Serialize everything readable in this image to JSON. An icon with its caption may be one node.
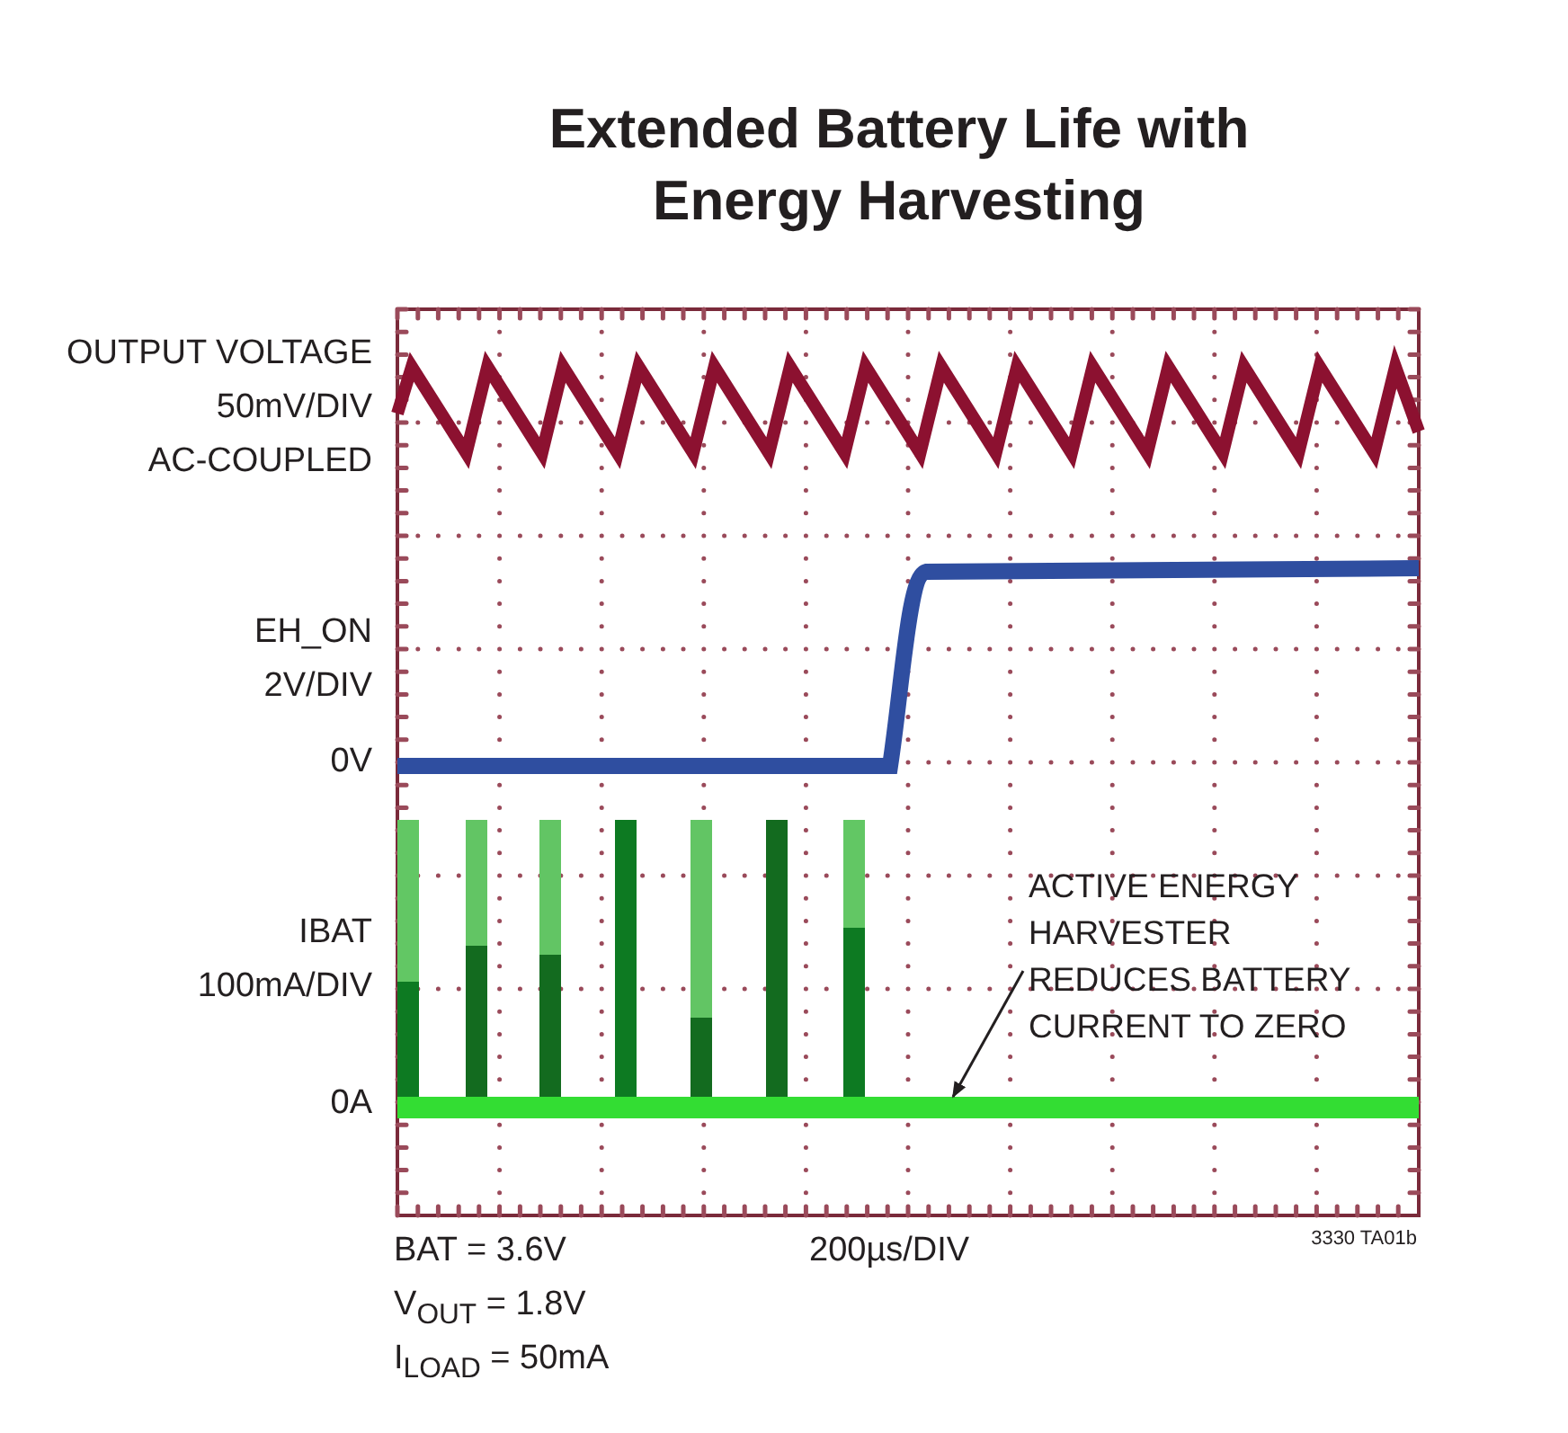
{
  "diagram": {
    "title": "Extended Battery Life with Energy Harvesting",
    "nodes": [
      {
        "text": [
          "ACTIVE ENERGY HARVESTER REDUCES BATTERY CURRENT TO ZERO"
        ]
      },
      {
        "text": [],
        "shape": "bar"
      }
    ],
    "edges": [
      {
        "from": 0,
        "to": 1,
        "arrow": "to"
      }
    ],
    "labels": [
      "OUTPUT VOLTAGE",
      "50mV/DIV",
      "AC-COUPLED",
      "EH_ON",
      "2V/DIV",
      "0V",
      "IBAT",
      "100mA/DIV",
      "0A",
      "BAT = 3.6V",
      "200µs/DIV",
      "3330 TA01b",
      "V$_{OUT}$ = 1.8V",
      "I$_{LOAD}$ = 50mA"
    ]
  }
}
